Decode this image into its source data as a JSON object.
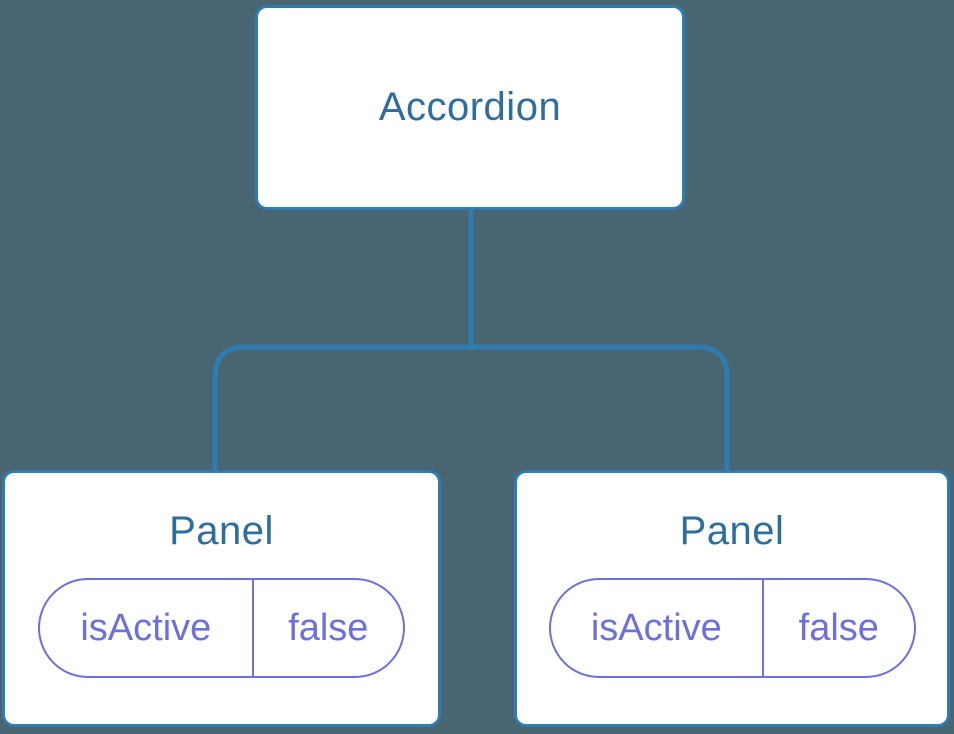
{
  "diagram": {
    "type": "component-tree",
    "root_node": {
      "label": "Accordion"
    },
    "children": [
      {
        "label": "Panel",
        "state_pill": {
          "key": "isActive",
          "value": "false"
        }
      },
      {
        "label": "Panel",
        "state_pill": {
          "key": "isActive",
          "value": "false"
        }
      }
    ]
  },
  "colors": {
    "background": "#4A6572",
    "node_background": "#FFFFFF",
    "node_border": "#2E7CB2",
    "node_label_text": "#2D6E9F",
    "connector_line": "#2E7CB2",
    "state_accent": "#6B70DC"
  }
}
